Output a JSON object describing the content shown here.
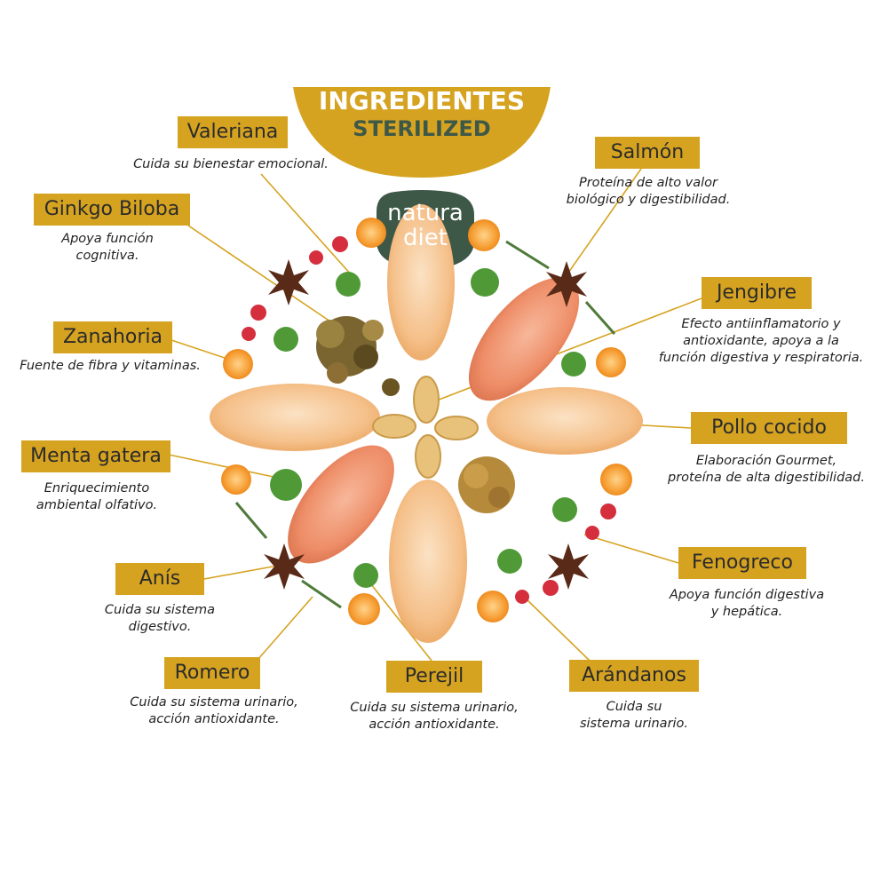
{
  "header": {
    "title": "INGREDIENTES",
    "subtitle": "STERILIZED",
    "colors": {
      "gold": "#d6a321",
      "green": "#3e5848"
    }
  },
  "brand": {
    "line1": "natura",
    "line2": "diet"
  },
  "ingredients": [
    {
      "name": "Valeriana",
      "desc": [
        "Cuida su bienestar emocional."
      ]
    },
    {
      "name": "Salmón",
      "desc": [
        "Proteína de alto valor",
        "biológico y digestibilidad."
      ]
    },
    {
      "name": "Ginkgo Biloba",
      "desc": [
        "Apoya función",
        "cognitiva."
      ]
    },
    {
      "name": "Jengibre",
      "desc": [
        "Efecto antiinflamatorio y",
        "antioxidante, apoya a la",
        "función digestiva y respiratoria."
      ]
    },
    {
      "name": "Zanahoria",
      "desc": [
        "Fuente de fibra y vitaminas."
      ]
    },
    {
      "name": "Pollo cocido",
      "desc": [
        "Elaboración Gourmet,",
        "proteína de alta digestibilidad."
      ]
    },
    {
      "name": "Menta gatera",
      "desc": [
        "Enriquecimiento",
        "ambiental olfativo."
      ]
    },
    {
      "name": "Fenogreco",
      "desc": [
        "Apoya función digestiva",
        "y hepática."
      ]
    },
    {
      "name": "Anís",
      "desc": [
        "Cuida su sistema",
        "digestivo."
      ]
    },
    {
      "name": "Romero",
      "desc": [
        "Cuida su sistema urinario,",
        "acción antioxidante."
      ]
    },
    {
      "name": "Perejil",
      "desc": [
        "Cuida su sistema urinario,",
        "acción antioxidante."
      ]
    },
    {
      "name": "Arándanos",
      "desc": [
        "Cuida su",
        "sistema urinario."
      ]
    }
  ]
}
